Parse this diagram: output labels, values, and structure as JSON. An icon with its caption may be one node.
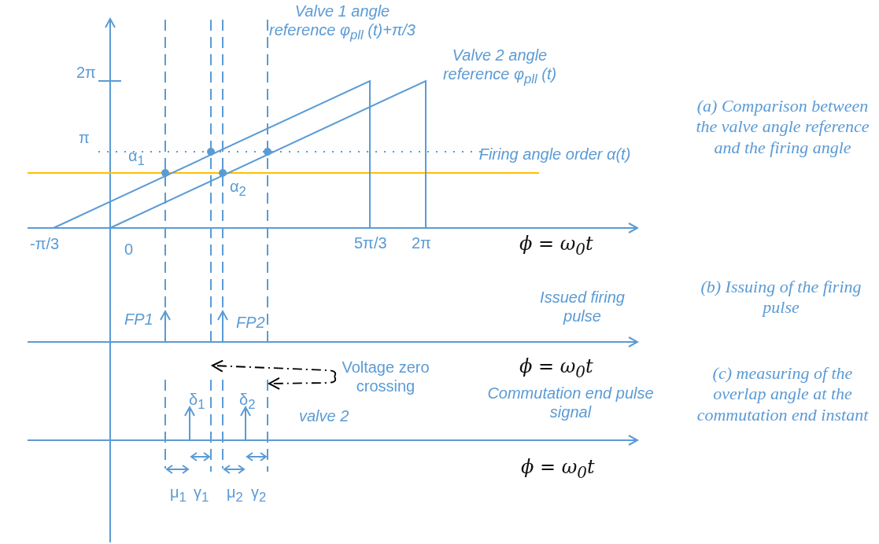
{
  "diagram": {
    "nodes": [
      {
        "text": [],
        "shape": "line"
      },
      {
        "text": [],
        "shape": "line"
      },
      {
        "text": [
          "Voltage zero crossing"
        ]
      }
    ],
    "edges": [
      {
        "from": 2,
        "to": 0,
        "arrow": "to",
        "style": "dashed"
      },
      {
        "from": 2,
        "to": 1,
        "arrow": "to",
        "style": "dashed"
      }
    ],
    "labels": [
      "Valve 1 angle reference φ$_{pll}$ (t)+π/3",
      "2π",
      "Valve 2 angle reference φ$_{pll}$ (t)",
      "π",
      "(a) Comparison between the valve angle reference and the firing angle",
      "α$_{1}$",
      "Firing angle order α(t)",
      "α$_{2}$",
      "-π/3",
      "0",
      "5π/3",
      "2π",
      "ϕ = ω$_{0}$t",
      "Issued firing pulse",
      "(b) Issuing of the firing pulse",
      "FP1",
      "FP2",
      "ϕ = ω$_{0}$t",
      "(c) measuring of the overlap angle at the commutation end instant",
      "δ$_{1}$",
      "δ$_{2}$",
      "Commutation end pulse signal",
      "valve 2",
      "ϕ = ω$_{0}$t",
      "μ$_{1}$",
      "γ$_{1}$",
      "μ$_{2}$",
      "γ$_{2}$"
    ]
  }
}
